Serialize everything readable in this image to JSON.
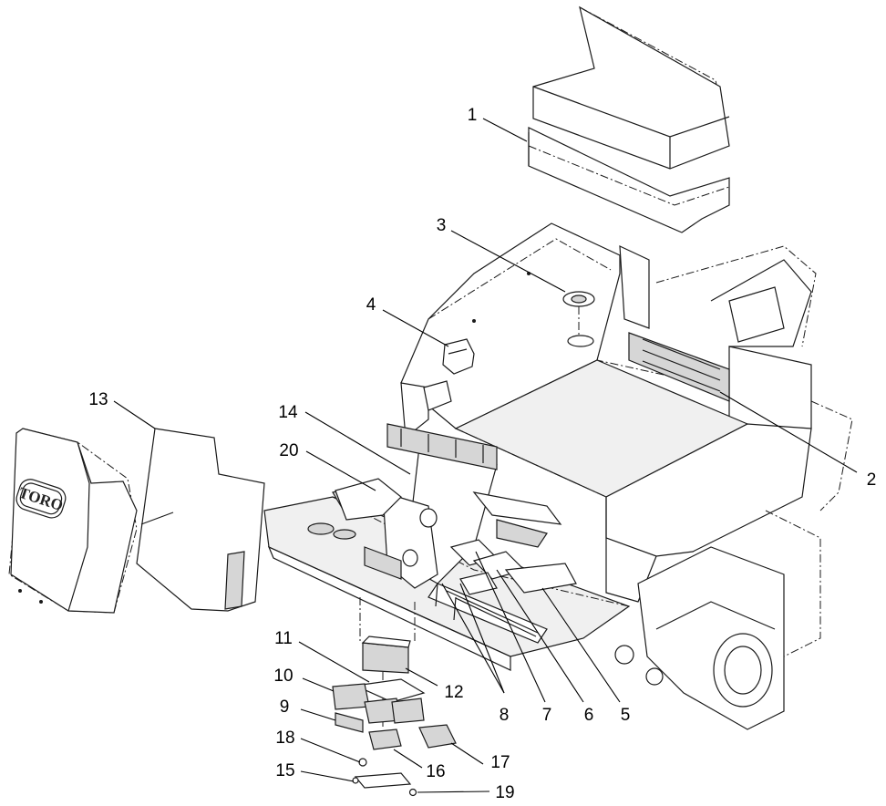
{
  "brand_logo": "TORO",
  "callouts": [
    {
      "id": "1",
      "label": "1"
    },
    {
      "id": "2",
      "label": "2"
    },
    {
      "id": "3",
      "label": "3"
    },
    {
      "id": "4",
      "label": "4"
    },
    {
      "id": "5",
      "label": "5"
    },
    {
      "id": "6",
      "label": "6"
    },
    {
      "id": "7",
      "label": "7"
    },
    {
      "id": "8",
      "label": "8"
    },
    {
      "id": "9",
      "label": "9"
    },
    {
      "id": "10",
      "label": "10"
    },
    {
      "id": "11",
      "label": "11"
    },
    {
      "id": "12",
      "label": "12"
    },
    {
      "id": "13",
      "label": "13"
    },
    {
      "id": "14",
      "label": "14"
    },
    {
      "id": "15",
      "label": "15"
    },
    {
      "id": "16",
      "label": "16"
    },
    {
      "id": "17",
      "label": "17"
    },
    {
      "id": "18",
      "label": "18"
    },
    {
      "id": "19",
      "label": "19"
    },
    {
      "id": "20",
      "label": "20"
    }
  ]
}
